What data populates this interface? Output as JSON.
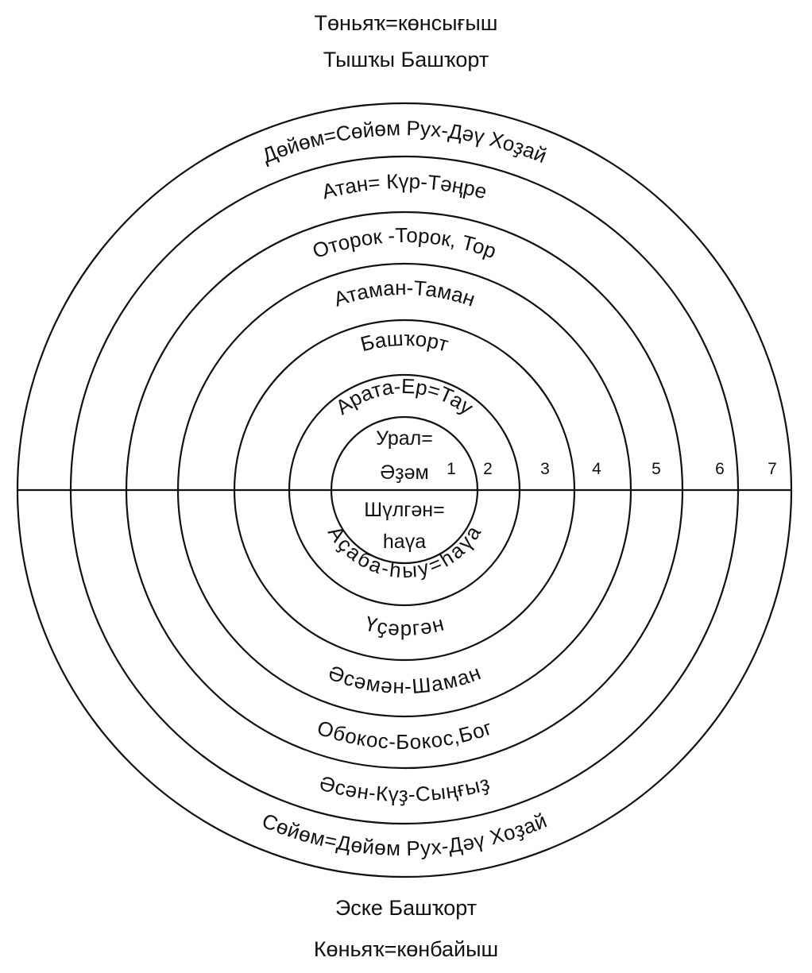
{
  "header": {
    "line1": "Төньяҡ=көнсығыш",
    "line2": "Тышҡы Башҡорт"
  },
  "footer": {
    "line1": "Эске Башҡорт",
    "line2": "Көньяҡ=көнбайыш"
  },
  "center": {
    "upper_line1": "Урал=",
    "upper_line2": "Әҙәм",
    "lower_line1": "Шүлгән=",
    "lower_line2": "һаүа"
  },
  "upper_labels": [
    "Арата-Ер=Тау",
    "Башҡорт",
    "Атаман-Таман",
    "Оторок -Торок, Тор",
    "Атан= Күр-Тәңре",
    "Дөйөм=Сөйөм Рух-Дәү Хоҙай"
  ],
  "lower_labels": [
    "Аҫаба-һыу=һаүа",
    "Үҫәргән",
    "Әсәмән-Шаман",
    "Обокос-Бокос,Бог",
    "Әсән-Күҙ-Сыңғыҙ",
    "Сөйөм=Дөйөм Рух-Дәү Хоҙай"
  ],
  "ring_numbers": [
    "1",
    "2",
    "3",
    "4",
    "5",
    "6",
    "7"
  ],
  "colors": {
    "ink": "#111111",
    "background": "#ffffff"
  }
}
